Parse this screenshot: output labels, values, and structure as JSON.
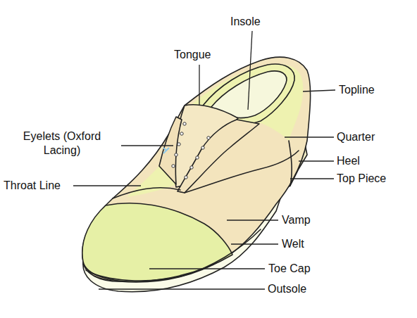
{
  "diagram": {
    "labels": [
      "Insole",
      "Tongue",
      "Topline",
      "Eyelets (Oxford Lacing)",
      "Quarter",
      "Heel",
      "Top Piece",
      "Throat Line",
      "Vamp",
      "Welt",
      "Toe Cap",
      "Outsole"
    ]
  }
}
